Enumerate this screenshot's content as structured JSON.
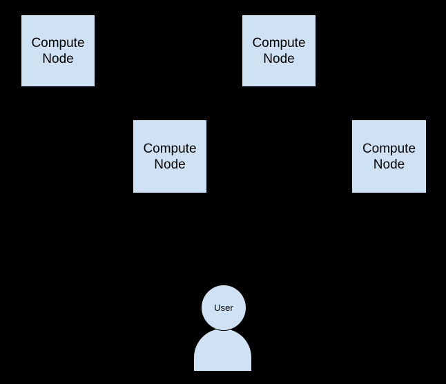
{
  "diagram": {
    "colors": {
      "background": "#000000",
      "shape_fill": "#cfe2f3",
      "shape_outline": "#000000",
      "text": "#000000"
    },
    "nodes": [
      {
        "label": "Compute Node"
      },
      {
        "label": "Compute Node"
      },
      {
        "label": "Compute Node"
      },
      {
        "label": "Compute Node"
      }
    ],
    "user": {
      "label": "User"
    }
  }
}
